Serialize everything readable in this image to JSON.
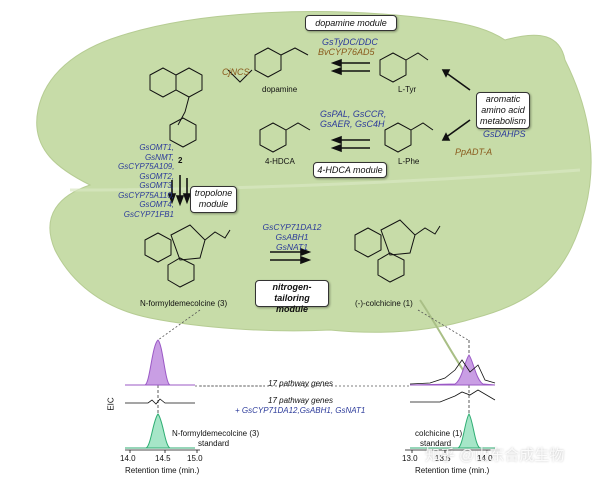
{
  "modules": {
    "dopamine": "dopamine module",
    "hdca": "4-HDCA module",
    "tropolone_l1": "tropolone",
    "tropolone_l2": "module",
    "nitrogen_l1": "nitrogen-tailoring",
    "nitrogen_l2": "module",
    "aromatic_l1": "aromatic",
    "aromatic_l2": "amino acid",
    "aromatic_l3": "metabolism"
  },
  "enzymes": {
    "dopamine_1": "GsTyDC/DDC",
    "dopamine_2": "BvCYP76AD5",
    "hdca_1": "GsPAL, GsCCR,",
    "hdca_2": "GsAER, GsC4H",
    "aromatic_1": "GsDAHPS",
    "aromatic_2": "PpADT-A",
    "tropolone": [
      "GsOMT1,",
      "GsNMT,",
      "GsCYP75A109,",
      "GsOMT2,",
      "GsOMT3,",
      "GsCYP75A110,",
      "GsOMT4,",
      "GsCYP71FB1"
    ],
    "nitrogen": [
      "GsCYP71DA12",
      "GsABH1",
      "GsNAT1"
    ],
    "cjncs": "CjNCS"
  },
  "compounds": {
    "dopamine": "dopamine",
    "ltyr": "L-Tyr",
    "lphe": "L-Phe",
    "hdca": "4-HDCA",
    "cpd2": "2",
    "nfdc": "N-formyldemecolcine (3)",
    "colch": "(-)-colchicine (1)"
  },
  "chart": {
    "ylabel": "EIC",
    "xlabel_left": "Retention time (min.)",
    "xlabel_right": "Retention time (min.)",
    "row1": "17 pathway genes",
    "row2_l1": "17 pathway genes",
    "row2_l2": "+ GsCYP71DA12,GsABH1, GsNAT1",
    "std_left": "N-formyldemecolcine (3)",
    "std_left_2": "standard",
    "std_right": "colchicine (1)",
    "std_right_2": "standard",
    "ticks_left": [
      "14.0",
      "14.5",
      "15.0"
    ],
    "ticks_right": [
      "13.0",
      "13.5",
      "14.0"
    ],
    "watermark": "知乎 @山东合成生物"
  },
  "colors": {
    "leaf": "#c8dcaa",
    "purple": "#b47ad6",
    "green": "#3fbf86",
    "blue_text": "#2b3a9a",
    "brown_text": "#8a5a1c"
  }
}
